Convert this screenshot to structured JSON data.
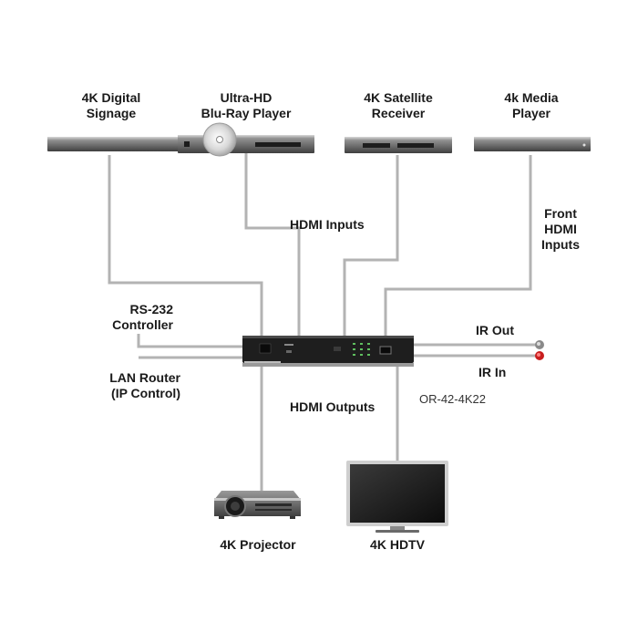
{
  "sources": {
    "digital_signage": "4K Digital\nSignage",
    "bluray_player": "Ultra-HD\nBlu-Ray Player",
    "satellite_receiver": "4K Satellite\nReceiver",
    "media_player": "4k Media\nPlayer"
  },
  "labels": {
    "hdmi_inputs": "HDMI Inputs",
    "front_hdmi_inputs": "Front\nHDMI\nInputs",
    "rs232_controller": "RS-232\nController",
    "lan_router": "LAN Router\n(IP Control)",
    "ir_out": "IR Out",
    "ir_in": "IR In",
    "hdmi_outputs": "HDMI Outputs",
    "model_number": "OR-42-4K22"
  },
  "displays": {
    "projector": "4K Projector",
    "hdtv": "4K HDTV"
  },
  "colors": {
    "cable": "#b3b3b3",
    "device_body": "#2b2b2b",
    "ir_in_led": "#c81e1e",
    "ir_out_led": "#8a8a8a"
  }
}
